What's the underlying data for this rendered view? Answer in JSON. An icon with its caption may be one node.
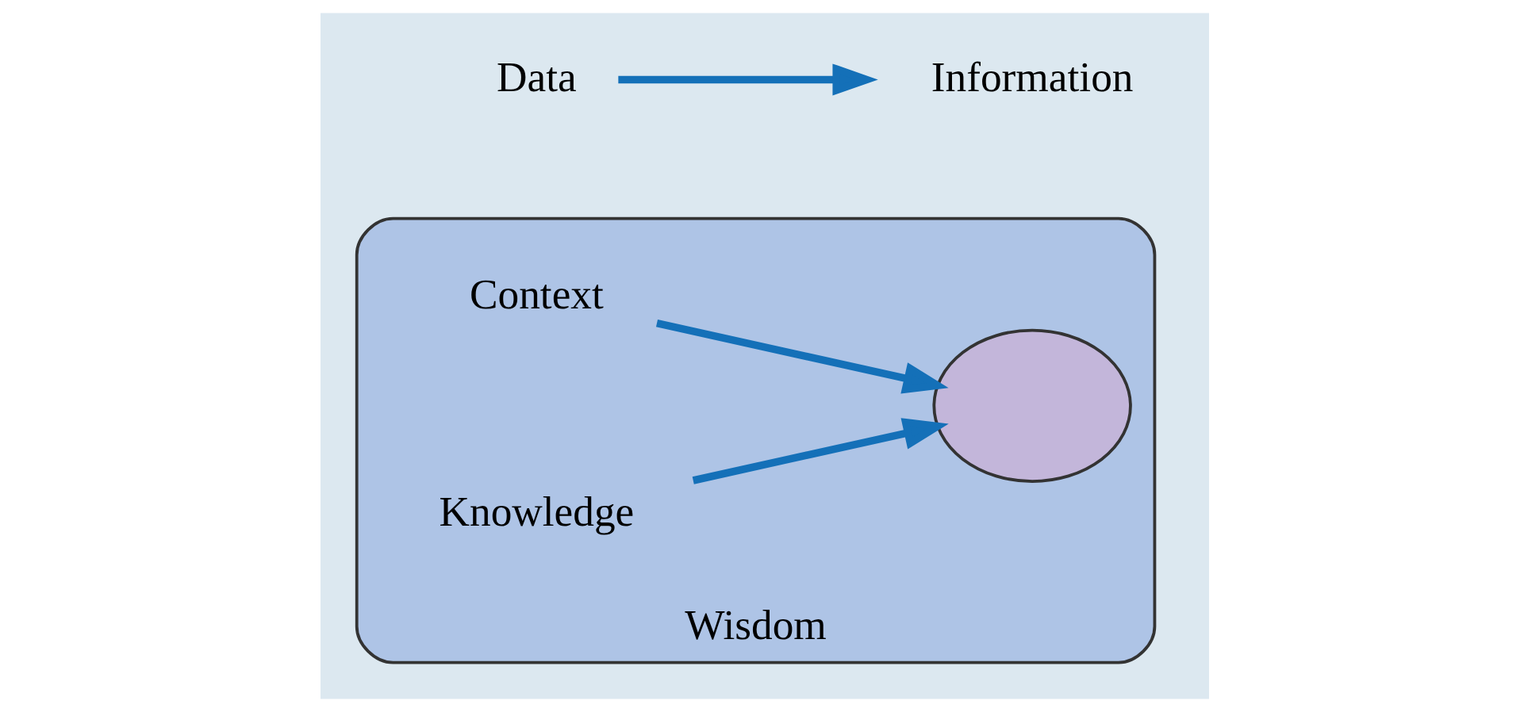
{
  "diagram": {
    "nodes": [
      {
        "text": [
          "Wisdom"
        ]
      },
      {
        "text": [
          "Context"
        ],
        "in": 0
      },
      {
        "text": [],
        "shape": "ellipse",
        "in": 0
      },
      {
        "text": [
          "Data"
        ]
      },
      {
        "text": [
          "Information"
        ]
      },
      {
        "text": [
          "Knowledge"
        ],
        "in": 0
      }
    ],
    "edges": [
      {
        "from": 3,
        "to": 4,
        "arrow": "to"
      },
      {
        "from": 1,
        "to": 2,
        "arrow": "to"
      },
      {
        "from": 5,
        "to": 2,
        "arrow": "to"
      }
    ]
  }
}
